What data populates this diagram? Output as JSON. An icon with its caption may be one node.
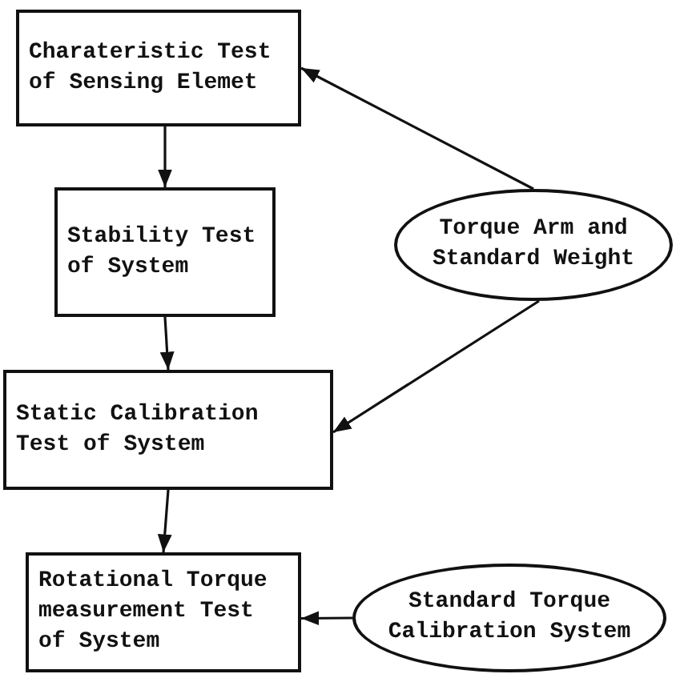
{
  "diagram": {
    "nodes": [
      {
        "text": [
          "Charateristic Test of Sensing Elemet"
        ]
      },
      {
        "text": [
          "Stability Test of System"
        ]
      },
      {
        "text": [
          "Torque Arm and Standard Weight"
        ]
      },
      {
        "text": [
          "Static Calibration Test of System"
        ]
      },
      {
        "text": [
          "Rotational Torque measurement Test of System"
        ]
      },
      {
        "text": [
          "Standard Torque Calibration System"
        ]
      }
    ],
    "edges": [
      {
        "from": 0,
        "to": 1,
        "arrow": "to"
      },
      {
        "from": 1,
        "to": 3,
        "arrow": "to"
      },
      {
        "from": 3,
        "to": 4,
        "arrow": "to"
      },
      {
        "from": 2,
        "to": 0,
        "arrow": "to"
      },
      {
        "from": 2,
        "to": 3,
        "arrow": "to"
      },
      {
        "from": 5,
        "to": 4,
        "arrow": "to"
      }
    ]
  }
}
